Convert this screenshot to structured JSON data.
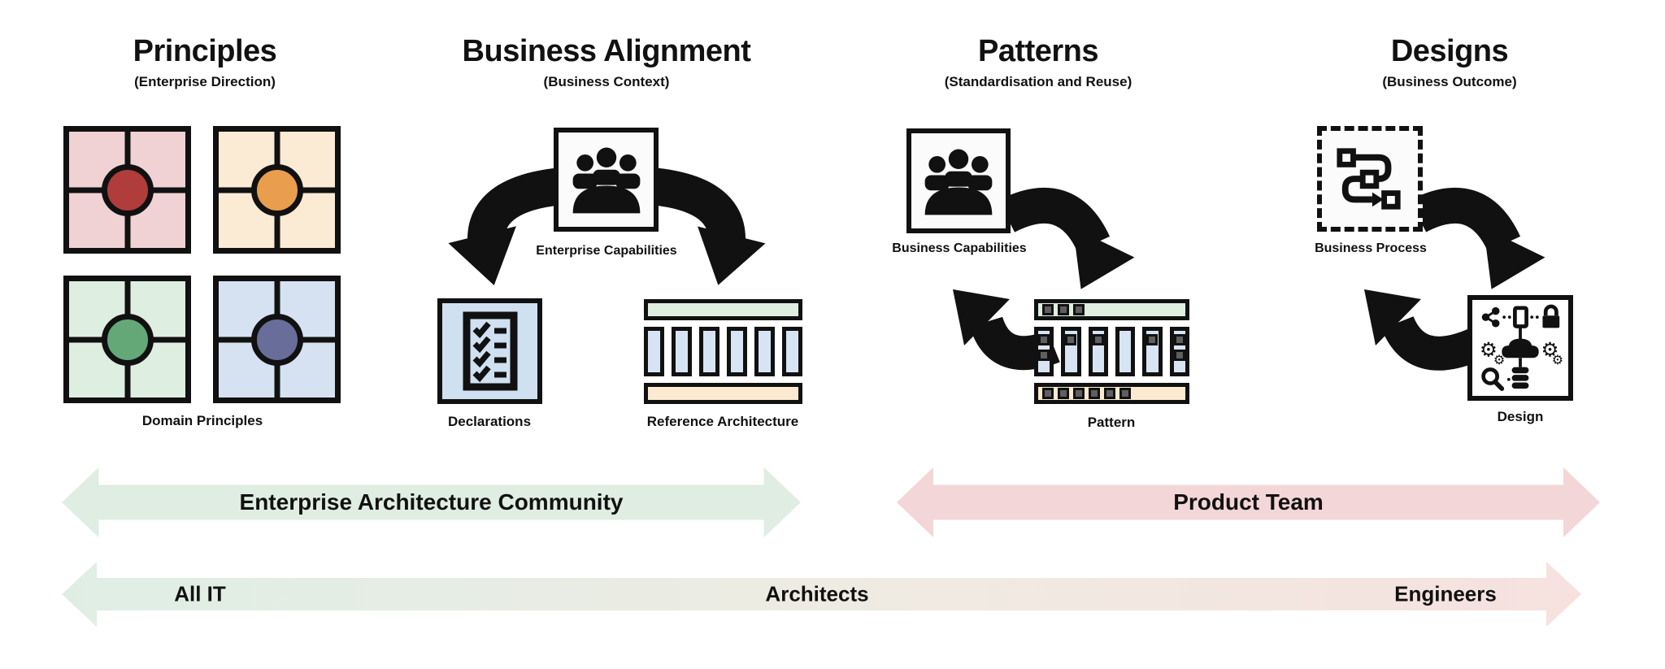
{
  "columns": {
    "principles": {
      "title": "Principles",
      "subtitle": "(Enterprise Direction)",
      "artifact_label": "Domain Principles"
    },
    "business_alignment": {
      "title": "Business Alignment",
      "subtitle": "(Business Context)",
      "capabilities_label": "Enterprise Capabilities",
      "declarations_label": "Declarations",
      "reference_architecture_label": "Reference Architecture"
    },
    "patterns": {
      "title": "Patterns",
      "subtitle": "(Standardisation and Reuse)",
      "capabilities_label": "Business Capabilities",
      "pattern_label": "Pattern"
    },
    "designs": {
      "title": "Designs",
      "subtitle": "(Business Outcome)",
      "process_label": "Business Process",
      "design_label": "Design"
    }
  },
  "bands": {
    "community": {
      "label": "Enterprise Architecture Community",
      "color": "#E0EDE2"
    },
    "product_team": {
      "label": "Product Team",
      "color": "#F3D6D7"
    },
    "roles": {
      "left": "All IT",
      "center": "Architects",
      "right": "Engineers",
      "gradient": [
        "#DFEEE5",
        "#F0EAE2",
        "#F6E1DF"
      ]
    }
  },
  "palette": {
    "outline": "#111111",
    "quadrant_pink_bg": "#F0D2D4",
    "quadrant_pink_dot": "#B03C3C",
    "quadrant_peach_bg": "#FBEAD4",
    "quadrant_peach_dot": "#E89E4D",
    "quadrant_green_bg": "#DEEEE0",
    "quadrant_green_dot": "#64A878",
    "quadrant_blue_bg": "#D6E2F2",
    "quadrant_blue_dot": "#686D99",
    "declarations_bg": "#CFE0F0",
    "refarch_top_bar": "#DEEEE0",
    "refarch_vertical_bars": "#D7E4F4",
    "refarch_bottom_bar": "#FBE9D0",
    "pattern_chip": "#5F5F5F",
    "icon_box_bg": "#FBFBFB"
  }
}
